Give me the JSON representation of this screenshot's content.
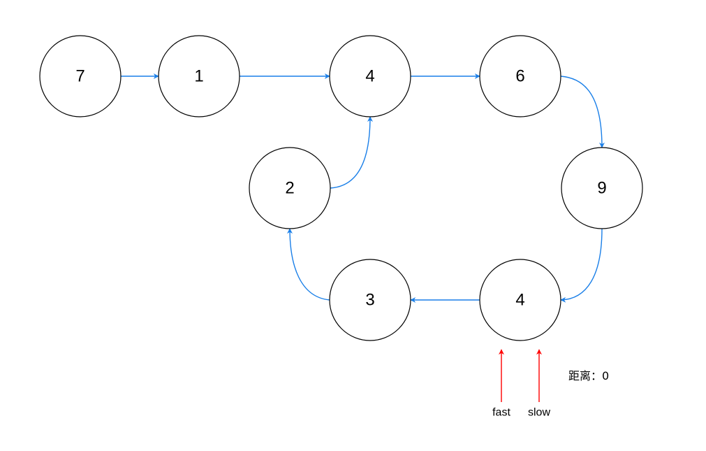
{
  "colors": {
    "edge": "#1a7fe8",
    "pointer": "#ff0000",
    "node_stroke": "#000000",
    "node_fill": "#ffffff"
  },
  "nodes": [
    {
      "id": "n7",
      "label": "7"
    },
    {
      "id": "n1",
      "label": "1"
    },
    {
      "id": "n4a",
      "label": "4"
    },
    {
      "id": "n6",
      "label": "6"
    },
    {
      "id": "n9",
      "label": "9"
    },
    {
      "id": "n4b",
      "label": "4"
    },
    {
      "id": "n3",
      "label": "3"
    },
    {
      "id": "n2",
      "label": "2"
    }
  ],
  "edges": [
    {
      "from": "n7",
      "to": "n1"
    },
    {
      "from": "n1",
      "to": "n4a"
    },
    {
      "from": "n4a",
      "to": "n6"
    },
    {
      "from": "n6",
      "to": "n9"
    },
    {
      "from": "n9",
      "to": "n4b"
    },
    {
      "from": "n4b",
      "to": "n3"
    },
    {
      "from": "n3",
      "to": "n2"
    },
    {
      "from": "n2",
      "to": "n4a"
    }
  ],
  "pointers": [
    {
      "id": "fast",
      "label": "fast",
      "target": "n4b"
    },
    {
      "id": "slow",
      "label": "slow",
      "target": "n4b"
    }
  ],
  "distance": {
    "label": "距离：",
    "value": "0"
  }
}
